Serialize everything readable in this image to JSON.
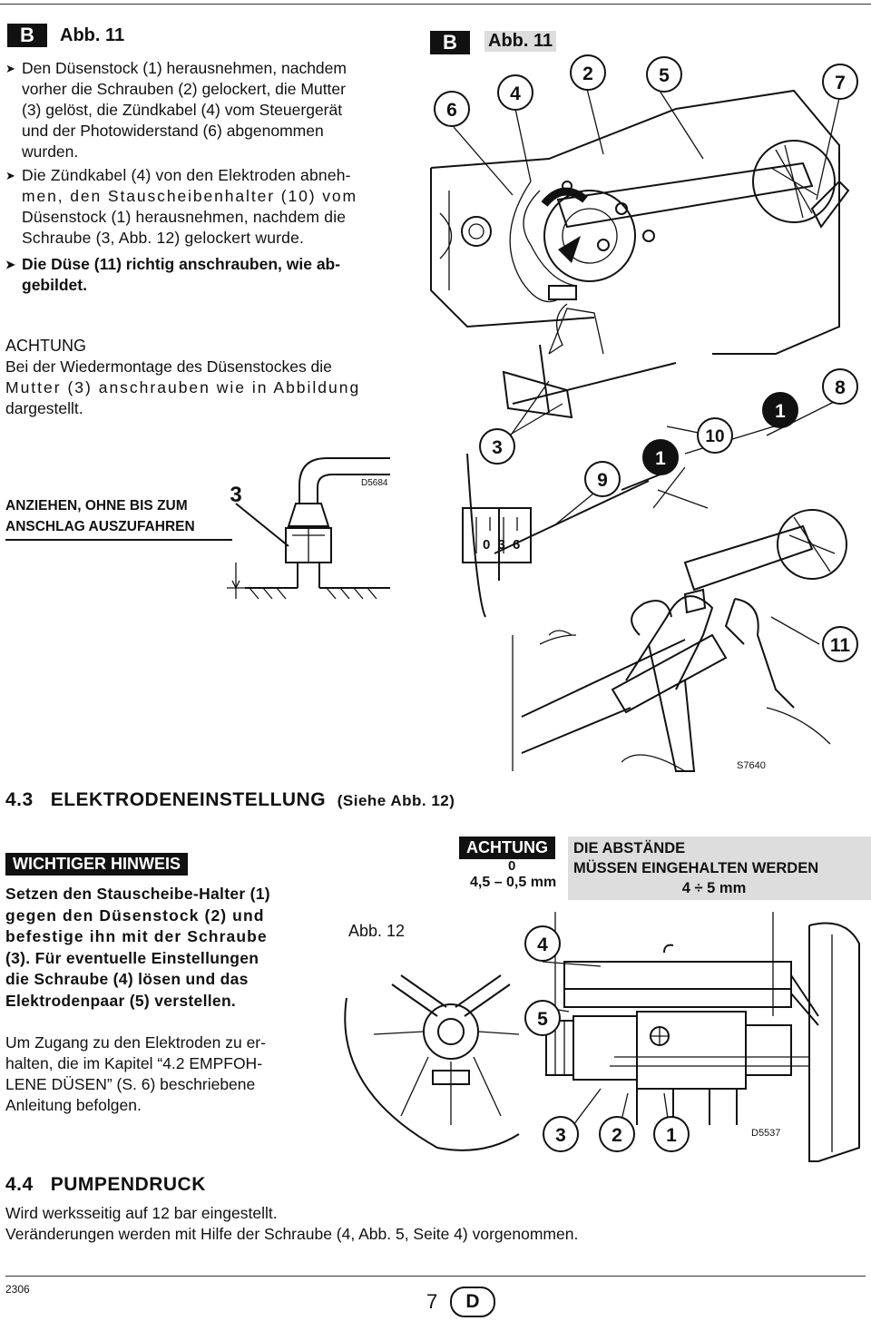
{
  "figure_b": {
    "badge": "B",
    "title": "Abb. 11",
    "badge_right": "B",
    "title_right": "Abb. 11"
  },
  "instructions": [
    [
      "Den Düsenstock (1) herausnehmen, nachdem",
      "vorher die Schrauben (2) gelockert, die Mutter",
      "(3) gelöst, die Zündkabel (4) vom Steuergerät",
      "und der Photowiderstand (6) abgenommen",
      "wurden."
    ],
    [
      "Die Zündkabel (4) von den Elektroden abneh-",
      "men, den Stauscheibenhalter (10) vom",
      "Düsenstock (1) herausnehmen, nachdem die",
      "Schraube (3, Abb. 12) gelockert  wurde."
    ],
    [
      "Die Düse (11) richtig anschrauben, wie ab-",
      "gebildet."
    ]
  ],
  "achtung_block": {
    "title": "ACHTUNG",
    "lines": [
      "Bei der Wiedermontage des Düsenstockes die",
      "Mutter (3) anschrauben wie in Abbildung",
      "dargestellt."
    ]
  },
  "detail": {
    "label_line1": "ANZIEHEN, OHNE BIS ZUM",
    "label_line2": "ANSCHLAG AUSZUFAHREN",
    "callout": "3",
    "code": "D5684"
  },
  "figure11_callouts": {
    "c6": "6",
    "c4": "4",
    "c2": "2",
    "c5": "5",
    "c7": "7",
    "c8": "8",
    "c1a": "1",
    "c10": "10",
    "c3": "3",
    "c9": "9",
    "c1b": "1",
    "c11": "11",
    "scale": "0 3 6",
    "code": "S7640"
  },
  "section43": {
    "number": "4.3",
    "title": "ELEKTRODENEINSTELLUNG",
    "ref": "(Siehe Abb. 12)"
  },
  "hint": {
    "label": "WICHTIGER HINWEIS",
    "bold_lines": [
      "Setzen den Stauscheibe-Halter (1)",
      "gegen den Düsenstock (2) und",
      "befestige ihn mit der Schraube",
      "(3). Für eventuelle Einstellungen",
      "die Schraube (4) lösen und das",
      "Elektrodenpaar (5) verstellen."
    ],
    "access_lines": [
      "Um Zugang zu den Elektroden zu er-",
      "halten, die im Kapitel  “4.2 EMPFOH-",
      "LENE DÜSEN”  (S. 6) beschriebene",
      "Anleitung befolgen."
    ]
  },
  "figure12": {
    "title": "Abb. 12",
    "achtung": "ACHTUNG",
    "dim_top": "0",
    "dim_value": "4,5  – 0,5 mm",
    "note_line1": "DIE ABSTÄNDE",
    "note_line2": "MÜSSEN EINGEHALTEN WERDEN",
    "note_value": "4 ÷ 5 mm",
    "c4": "4",
    "c5": "5",
    "c3": "3",
    "c2": "2",
    "c1": "1",
    "code": "D5537"
  },
  "section44": {
    "number": "4.4",
    "title": "PUMPENDRUCK",
    "lines": [
      "Wird werksseitig auf 12 bar eingestellt.",
      "Veränderungen werden mit Hilfe der Schraube (4, Abb. 5, Seite 4) vorgenommen."
    ]
  },
  "footer": {
    "doc_code": "2306",
    "page": "7",
    "lang": "D"
  }
}
